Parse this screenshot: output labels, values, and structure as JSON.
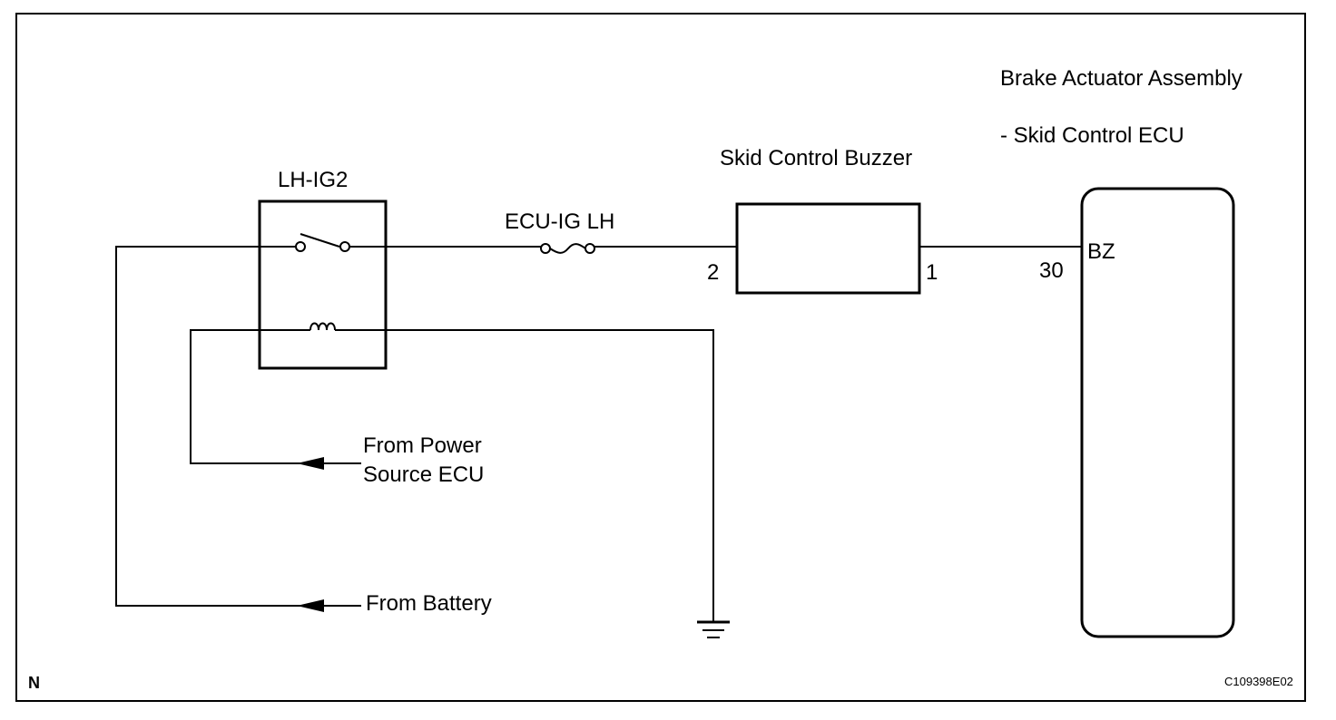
{
  "components": {
    "ecu_title": "Brake Actuator Assembly",
    "ecu_subtitle": "- Skid Control ECU",
    "buzzer": "Skid Control Buzzer",
    "relay": "LH-IG2",
    "fuse": "ECU-IG LH"
  },
  "pins": {
    "buzzer_in": "2",
    "buzzer_out": "1",
    "ecu_pin_number": "30",
    "ecu_pin_name": "BZ"
  },
  "sources": {
    "power_source_line1": "From Power",
    "power_source_line2": "Source ECU",
    "battery": "From Battery"
  },
  "footer": {
    "corner_mark": "N",
    "figure_code": "C109398E02"
  }
}
